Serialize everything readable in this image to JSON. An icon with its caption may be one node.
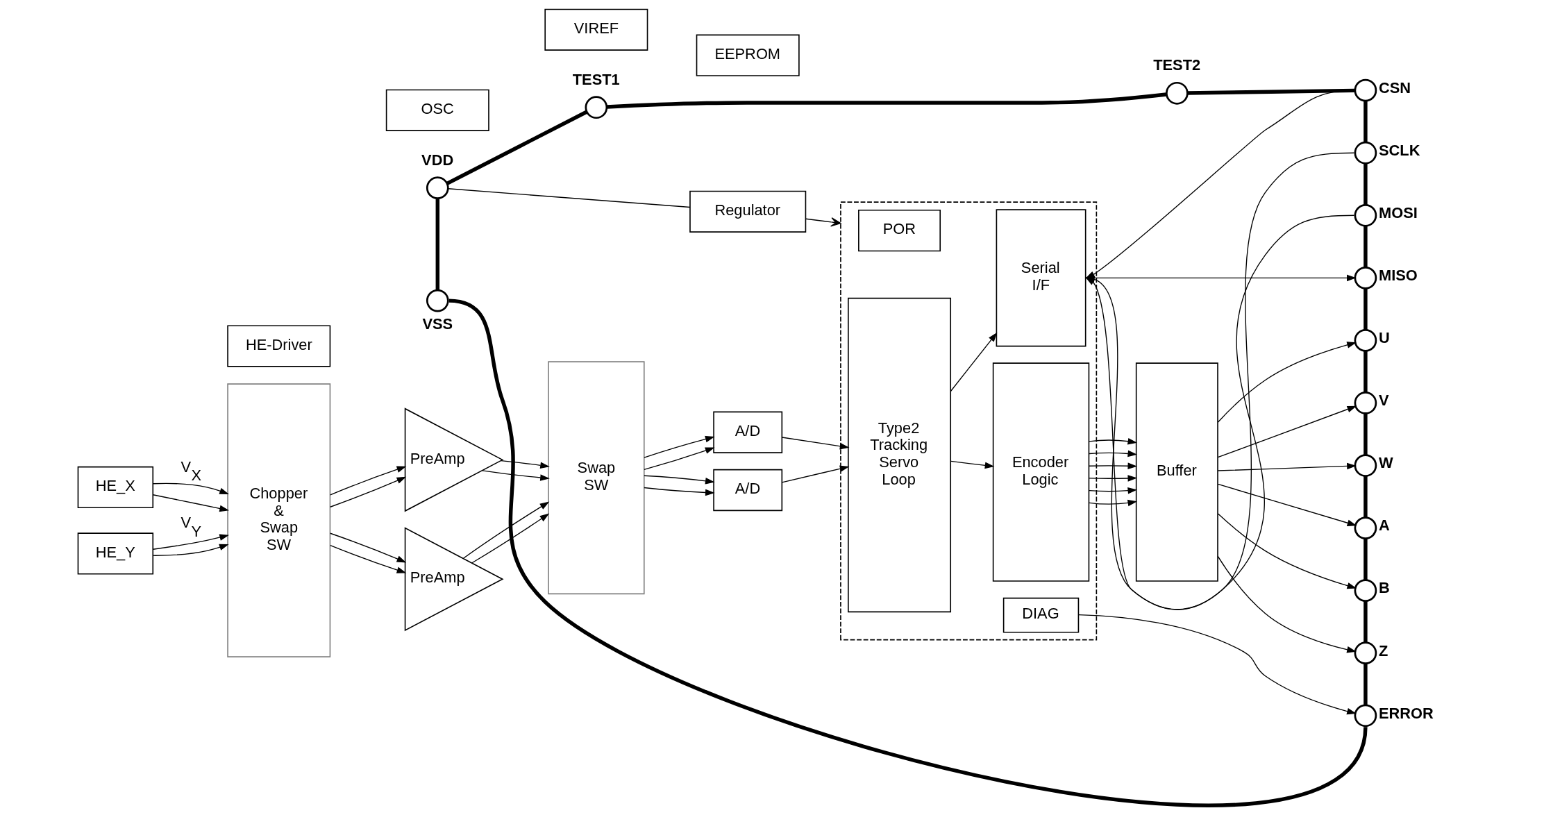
{
  "diagram": {
    "nodes": [
      {
        "text": [
          "VDD"
        ]
      },
      {
        "text": [
          "TEST1"
        ]
      },
      {
        "text": [
          "TEST2"
        ]
      },
      {
        "text": [
          "Regulator"
        ]
      },
      {
        "text": [],
        "shape": "box"
      },
      {
        "text": [
          "POR"
        ],
        "in": 4
      },
      {
        "text": [
          "Serial I/F"
        ],
        "in": 4
      },
      {
        "text": [
          "CSN"
        ]
      },
      {
        "text": [
          "SCLK"
        ]
      },
      {
        "text": [
          "HE-Driver"
        ]
      },
      {
        "text": [
          "OSC"
        ]
      },
      {
        "text": [
          "VIREF"
        ]
      },
      {
        "text": [
          "MOSI"
        ]
      },
      {
        "text": [
          "Chopper & Swap SW"
        ]
      },
      {
        "text": [
          "PreAmp"
        ]
      },
      {
        "text": [
          "Swap SW"
        ]
      },
      {
        "text": [
          "A/D"
        ]
      },
      {
        "text": [
          "Type2 Tracking Servo Loop"
        ],
        "in": 4
      },
      {
        "text": [
          "MISO"
        ]
      },
      {
        "text": [
          "HE_X"
        ]
      },
      {
        "text": [
          "Encoder Logic"
        ],
        "in": 4
      },
      {
        "text": [
          "Buffer"
        ]
      },
      {
        "text": [
          "U"
        ]
      },
      {
        "text": [
          "HE_Y"
        ]
      },
      {
        "text": [
          "V"
        ]
      },
      {
        "text": [
          "W"
        ]
      },
      {
        "text": [
          "PreAmp"
        ]
      },
      {
        "text": [
          "A/D"
        ]
      },
      {
        "text": [
          "A"
        ]
      },
      {
        "text": [
          "B"
        ]
      },
      {
        "text": [
          "Z"
        ]
      },
      {
        "text": [
          "EEPROM"
        ]
      },
      {
        "text": [
          "DIAG"
        ],
        "in": 4
      },
      {
        "text": [
          "ERROR"
        ]
      },
      {
        "text": [
          "VSS"
        ]
      }
    ],
    "edges": [
      {
        "from": 19,
        "to": 13,
        "arrow": "to",
        "label": "V$_{X}$"
      },
      {
        "from": 19,
        "to": 13,
        "arrow": "to"
      },
      {
        "from": 23,
        "to": 13,
        "arrow": "to",
        "label": "V$_{Y}$"
      },
      {
        "from": 23,
        "to": 13,
        "arrow": "to"
      },
      {
        "from": 13,
        "to": 14,
        "arrow": "to"
      },
      {
        "from": 13,
        "to": 14,
        "arrow": "to"
      },
      {
        "from": 13,
        "to": 26,
        "arrow": "to"
      },
      {
        "from": 13,
        "to": 26,
        "arrow": "to"
      },
      {
        "from": 14,
        "to": 15,
        "arrow": "to"
      },
      {
        "from": 14,
        "to": 15,
        "arrow": "to"
      },
      {
        "from": 26,
        "to": 15,
        "arrow": "to"
      },
      {
        "from": 26,
        "to": 15,
        "arrow": "to"
      },
      {
        "from": 15,
        "to": 16,
        "arrow": "to"
      },
      {
        "from": 15,
        "to": 16,
        "arrow": "to"
      },
      {
        "from": 15,
        "to": 27,
        "arrow": "to"
      },
      {
        "from": 15,
        "to": 27,
        "arrow": "to"
      },
      {
        "from": 16,
        "to": 17,
        "arrow": "to"
      },
      {
        "from": 27,
        "to": 17,
        "arrow": "to"
      },
      {
        "from": 17,
        "to": 6,
        "arrow": "to"
      },
      {
        "from": 17,
        "to": 20,
        "arrow": "to"
      },
      {
        "from": 7,
        "to": 6,
        "arrow": "to"
      },
      {
        "from": 8,
        "to": 6,
        "arrow": "to"
      },
      {
        "from": 12,
        "to": 6,
        "arrow": "to"
      },
      {
        "from": 6,
        "to": 18,
        "arrow": "to"
      },
      {
        "from": 20,
        "to": 21,
        "arrow": "to"
      },
      {
        "from": 20,
        "to": 21,
        "arrow": "to"
      },
      {
        "from": 20,
        "to": 21,
        "arrow": "to"
      },
      {
        "from": 20,
        "to": 21,
        "arrow": "to"
      },
      {
        "from": 20,
        "to": 21,
        "arrow": "to"
      },
      {
        "from": 20,
        "to": 21,
        "arrow": "to"
      },
      {
        "from": 21,
        "to": 22,
        "arrow": "to"
      },
      {
        "from": 21,
        "to": 24,
        "arrow": "to"
      },
      {
        "from": 21,
        "to": 25,
        "arrow": "to"
      },
      {
        "from": 21,
        "to": 28,
        "arrow": "to"
      },
      {
        "from": 21,
        "to": 29,
        "arrow": "to"
      },
      {
        "from": 21,
        "to": 30,
        "arrow": "to"
      },
      {
        "from": 32,
        "to": 33,
        "arrow": "to"
      },
      {
        "from": 0,
        "to": 3,
        "arrow": "none"
      },
      {
        "from": 3,
        "to": 4,
        "arrow": "to"
      },
      {
        "from": 0,
        "to": 1,
        "arrow": "none",
        "style": "thick"
      },
      {
        "from": 1,
        "to": 2,
        "arrow": "none",
        "style": "thick"
      },
      {
        "from": 2,
        "to": 7,
        "arrow": "none",
        "style": "thick"
      },
      {
        "from": 7,
        "to": 8,
        "arrow": "none",
        "style": "thick"
      },
      {
        "from": 8,
        "to": 12,
        "arrow": "none",
        "style": "thick"
      },
      {
        "from": 12,
        "to": 18,
        "arrow": "none",
        "style": "thick"
      },
      {
        "from": 18,
        "to": 22,
        "arrow": "none",
        "style": "thick"
      },
      {
        "from": 22,
        "to": 24,
        "arrow": "none",
        "style": "thick"
      },
      {
        "from": 24,
        "to": 25,
        "arrow": "none",
        "style": "thick"
      },
      {
        "from": 25,
        "to": 28,
        "arrow": "none",
        "style": "thick"
      },
      {
        "from": 28,
        "to": 29,
        "arrow": "none",
        "style": "thick"
      },
      {
        "from": 29,
        "to": 30,
        "arrow": "none",
        "style": "thick"
      },
      {
        "from": 30,
        "to": 33,
        "arrow": "none",
        "style": "thick"
      },
      {
        "from": 33,
        "to": 34,
        "arrow": "none",
        "style": "thick"
      },
      {
        "from": 0,
        "to": 34,
        "arrow": "none",
        "style": "thick"
      }
    ]
  }
}
